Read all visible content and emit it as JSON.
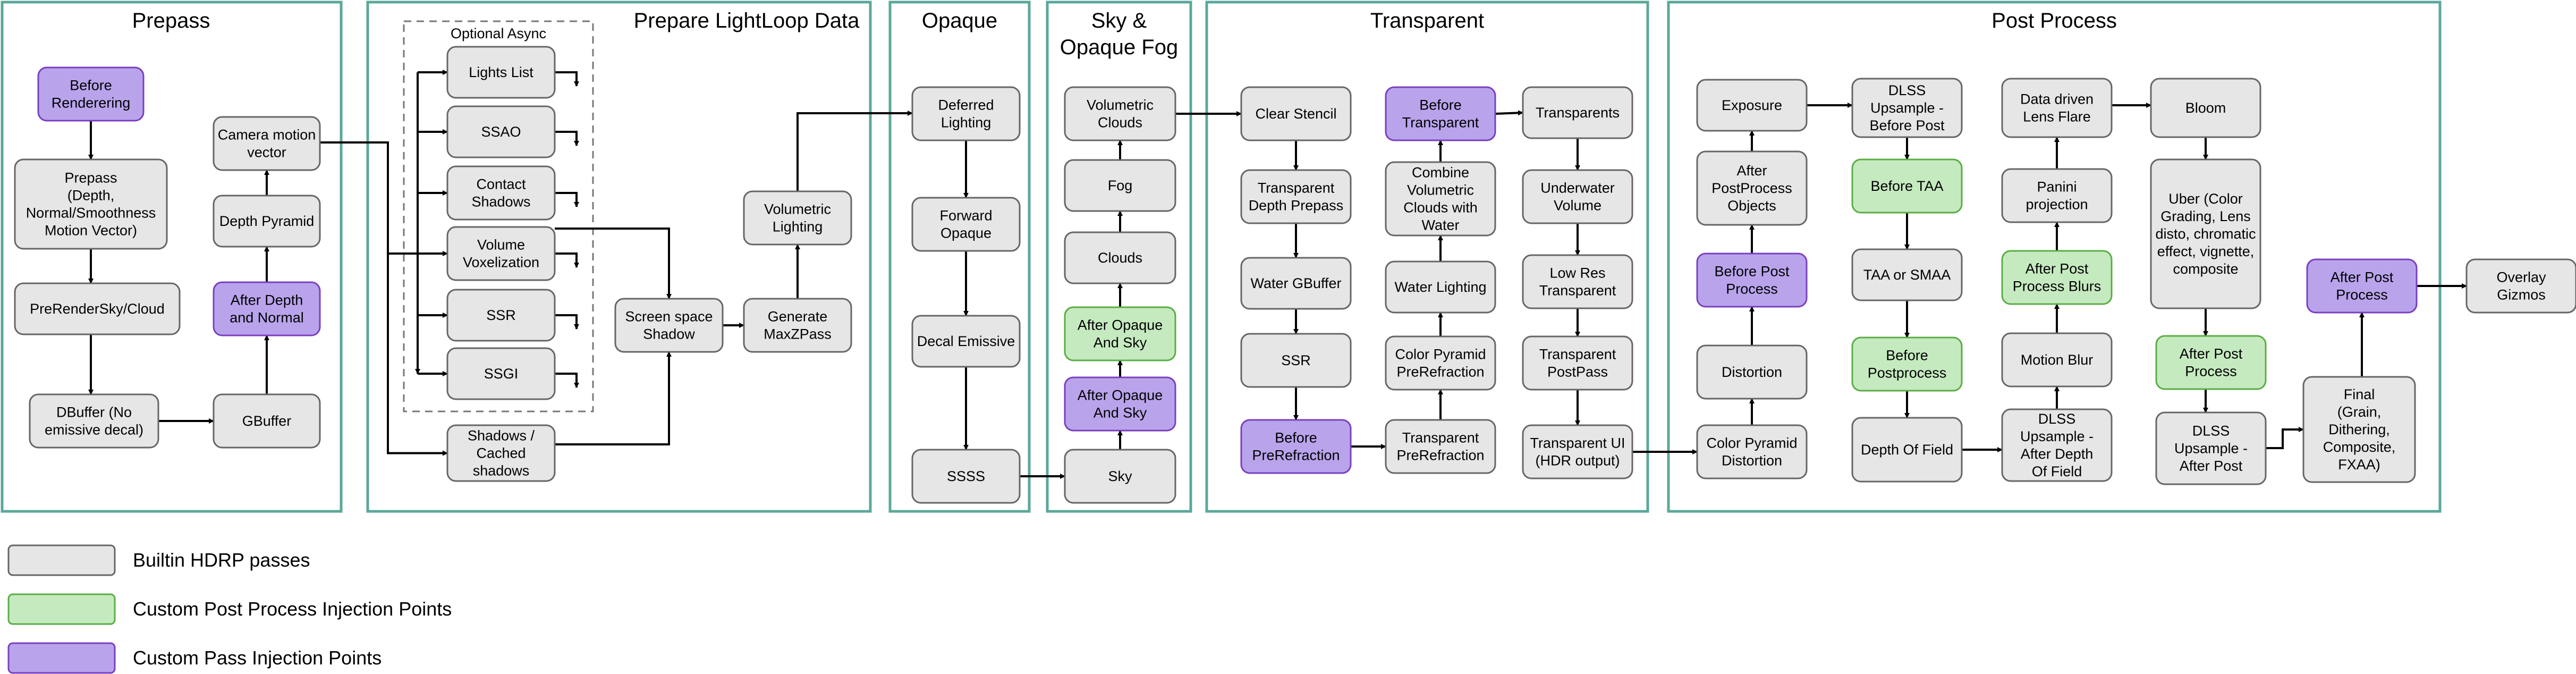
{
  "colors": {
    "section_border": "#5ba89a",
    "node_fill": "#e6e6e6",
    "node_stroke": "#666666",
    "green_fill": "#c6eac0",
    "green_stroke": "#5aad45",
    "purple_fill": "#b9a4ec",
    "purple_stroke": "#7a3fbf",
    "edge": "#000000"
  },
  "sections": {
    "prepass": "Prepass",
    "lightloop": "Prepare LightLoop Data",
    "opaque": "Opaque",
    "sky_line1": "Sky &",
    "sky_line2": "Opaque Fog",
    "transparent": "Transparent",
    "postprocess": "Post Process"
  },
  "optional_async": "Optional Async",
  "nodes": {
    "before_rendering": [
      "Before",
      "Renderering"
    ],
    "prepass_node": [
      "Prepass",
      "(Depth,",
      "Normal/Smoothness",
      "Motion Vector)"
    ],
    "prerender_sky": [
      "PreRenderSky/Cloud"
    ],
    "dbuffer": [
      "DBuffer (No",
      "emissive decal)"
    ],
    "gbuffer": [
      "GBuffer"
    ],
    "after_depth_normal": [
      "After Depth",
      "and Normal"
    ],
    "depth_pyramid": [
      "Depth Pyramid"
    ],
    "camera_motion": [
      "Camera motion",
      "vector"
    ],
    "lights_list": [
      "Lights List"
    ],
    "ssao": [
      "SSAO"
    ],
    "contact_shadows": [
      "Contact",
      "Shadows"
    ],
    "volume_voxel": [
      "Volume",
      "Voxelization"
    ],
    "ssr_ll": [
      "SSR"
    ],
    "ssgi": [
      "SSGI"
    ],
    "shadows_cached": [
      "Shadows /",
      "Cached",
      "shadows"
    ],
    "screen_space_shadow": [
      "Screen space",
      "Shadow"
    ],
    "generate_maxz": [
      "Generate",
      "MaxZPass"
    ],
    "volumetric_lighting": [
      "Volumetric",
      "Lighting"
    ],
    "deferred_lighting": [
      "Deferred",
      "Lighting"
    ],
    "forward_opaque": [
      "Forward",
      "Opaque"
    ],
    "decal_emissive": [
      "Decal Emissive"
    ],
    "ssss": [
      "SSSS"
    ],
    "volumetric_clouds": [
      "Volumetric",
      "Clouds"
    ],
    "fog": [
      "Fog"
    ],
    "clouds": [
      "Clouds"
    ],
    "after_opaque_sky_green": [
      "After Opaque",
      "And Sky"
    ],
    "after_opaque_sky_purple": [
      "After Opaque",
      "And Sky"
    ],
    "sky": [
      "Sky"
    ],
    "clear_stencil": [
      "Clear Stencil"
    ],
    "transparent_depth_prepass": [
      "Transparent",
      "Depth Prepass"
    ],
    "water_gbuffer": [
      "Water GBuffer"
    ],
    "ssr_tr": [
      "SSR"
    ],
    "before_prerefraction": [
      "Before",
      "PreRefraction"
    ],
    "before_transparent": [
      "Before",
      "Transparent"
    ],
    "combine_vol_clouds": [
      "Combine",
      "Volumetric",
      "Clouds with",
      "Water"
    ],
    "water_lighting": [
      "Water Lighting"
    ],
    "color_pyramid_prerefraction": [
      "Color Pyramid",
      "PreRefraction"
    ],
    "transparent_prerefraction": [
      "Transparent",
      "PreRefraction"
    ],
    "transparents": [
      "Transparents"
    ],
    "underwater_volume": [
      "Underwater",
      "Volume"
    ],
    "low_res_transparent": [
      "Low Res",
      "Transparent"
    ],
    "transparent_postpass": [
      "Transparent",
      "PostPass"
    ],
    "transparent_ui": [
      "Transparent UI",
      "(HDR output)"
    ],
    "exposure": [
      "Exposure"
    ],
    "after_postprocess_objects": [
      "After",
      "PostProcess",
      "Objects"
    ],
    "before_post_process": [
      "Before Post",
      "Process"
    ],
    "distortion": [
      "Distortion"
    ],
    "color_pyramid_distortion": [
      "Color Pyramid",
      "Distortion"
    ],
    "dlss_before_post": [
      "DLSS",
      "Upsample -",
      "Before Post"
    ],
    "before_taa": [
      "Before TAA"
    ],
    "taa_smaa": [
      "TAA or SMAA"
    ],
    "before_postprocess_green": [
      "Before",
      "Postprocess"
    ],
    "depth_of_field": [
      "Depth Of Field"
    ],
    "data_driven_lens_flare": [
      "Data driven",
      "Lens Flare"
    ],
    "panini_projection": [
      "Panini",
      "projection"
    ],
    "after_post_process_blurs": [
      "After Post",
      "Process Blurs"
    ],
    "motion_blur": [
      "Motion Blur"
    ],
    "dlss_after_dof": [
      "DLSS",
      "Upsample -",
      "After Depth",
      "Of Field"
    ],
    "bloom": [
      "Bloom"
    ],
    "uber": [
      "Uber (Color",
      "Grading, Lens",
      "disto, chromatic",
      "effect, vignette,",
      "composite"
    ],
    "after_post_process_green": [
      "After Post",
      "Process"
    ],
    "dlss_after_post": [
      "DLSS",
      "Upsample -",
      "After Post"
    ],
    "final": [
      "Final",
      "(Grain,",
      "Dithering,",
      "Composite,",
      "FXAA)"
    ],
    "after_post_process_purple": [
      "After Post",
      "Process"
    ],
    "overlay_gizmos": [
      "Overlay",
      "Gizmos"
    ]
  },
  "legend": {
    "builtin": "Builtin HDRP passes",
    "custom_post": "Custom Post Process Injection Points",
    "custom_pass": "Custom Pass Injection Points"
  }
}
